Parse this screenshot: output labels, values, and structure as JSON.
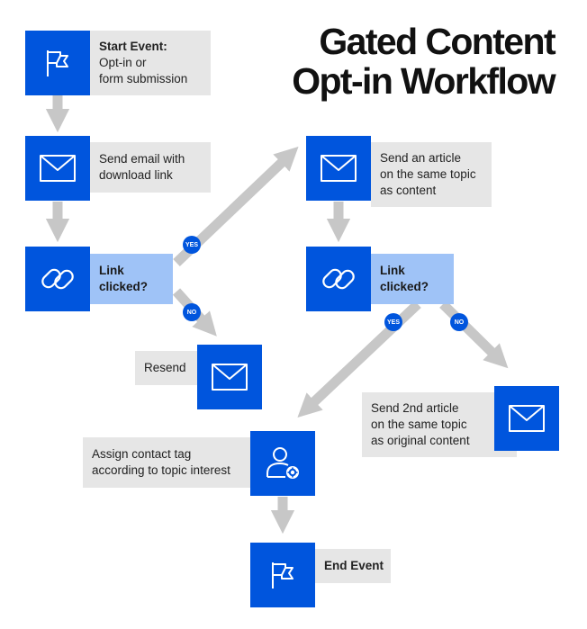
{
  "title": {
    "line1": "Gated Content",
    "line2": "Opt-in Workflow"
  },
  "nodes": {
    "start": {
      "heading": "Start Event:",
      "line1": "Opt-in or",
      "line2": "form submission"
    },
    "send_email": {
      "line1": "Send email with",
      "line2": "download link"
    },
    "link_clicked_1": {
      "line1": "Link",
      "line2": "clicked?"
    },
    "resend": {
      "line1": "Resend"
    },
    "send_article": {
      "line1": "Send an article",
      "line2": "on the same topic",
      "line3": "as content"
    },
    "link_clicked_2": {
      "line1": "Link",
      "line2": "clicked?"
    },
    "send_2nd": {
      "line1": "Send 2nd article",
      "line2": "on the same topic",
      "line3": "as original content"
    },
    "assign_tag": {
      "line1": "Assign contact tag",
      "line2": "according to topic interest"
    },
    "end": {
      "line1": "End Event"
    }
  },
  "badges": {
    "yes1": "YES",
    "no1": "NO",
    "yes2": "YES",
    "no2": "NO"
  },
  "colors": {
    "primary": "#0055dd",
    "decision_label": "#9fc3f7",
    "label_bg": "#e6e6e6",
    "arrow": "#c7c7c7"
  },
  "icons": {
    "start": "flag-icon",
    "send_email": "envelope-icon",
    "link_clicked_1": "chain-link-icon",
    "resend": "envelope-icon",
    "send_article": "envelope-icon",
    "link_clicked_2": "chain-link-icon",
    "send_2nd": "envelope-icon",
    "assign_tag": "user-gear-icon",
    "end": "flag-icon"
  }
}
